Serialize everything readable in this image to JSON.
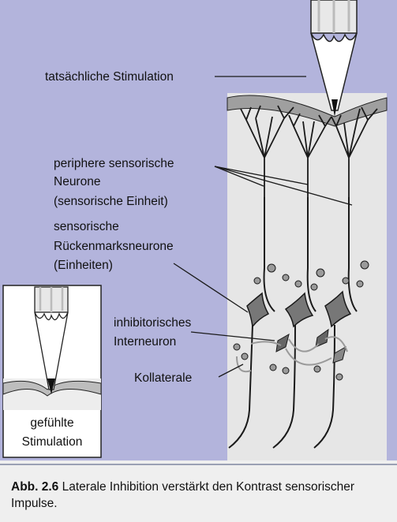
{
  "labels": {
    "actual_stimulation": "tatsächliche Stimulation",
    "peripheral_l1": "periphere sensorische",
    "peripheral_l2": "Neurone",
    "peripheral_l3": "(sensorische Einheit)",
    "spinal_l1": "sensorische",
    "spinal_l2": "Rückenmarksneurone",
    "spinal_l3": "(Einheiten)",
    "inhibitory_l1": "inhibitorisches",
    "inhibitory_l2": "Interneuron",
    "collateral": "Kollaterale",
    "felt_l1": "gefühlte",
    "felt_l2": "Stimulation"
  },
  "caption": {
    "label": "Abb. 2.6",
    "text": "Laterale Inhibition verstärkt den Kontrast sensorischer Impulse."
  },
  "colors": {
    "panel_background": "#b3b4dc",
    "tissue": "#e6e6e6",
    "skin": "#9a9a9a",
    "neuron": "#1a1a1a",
    "interneuron": "#888888",
    "caption_background": "#efefef"
  }
}
